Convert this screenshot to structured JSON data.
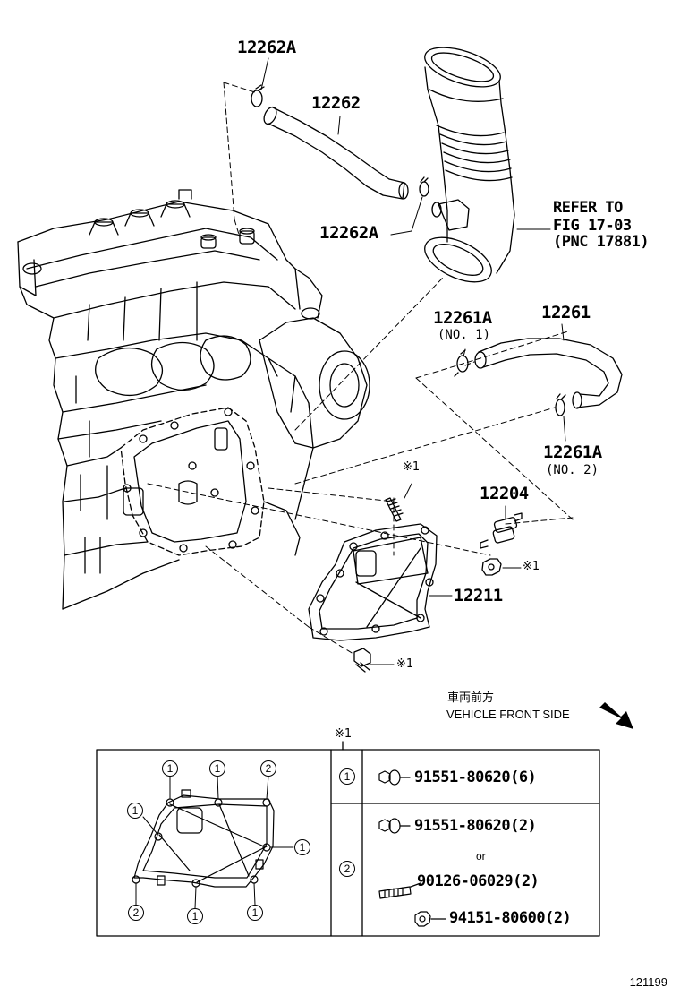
{
  "labels": {
    "p12262a_top": "12262A",
    "p12262": "12262",
    "p12262a_mid": "12262A",
    "refer_line1": "REFER TO",
    "refer_line2": "FIG 17-03",
    "refer_line3": "(PNC 17881)",
    "p12261a_top": "12261A",
    "no1": "(NO. 1)",
    "p12261": "12261",
    "p12261a_bot": "12261A",
    "no2": "(NO. 2)",
    "p12204": "12204",
    "p12211": "12211",
    "note_stud": "※1",
    "note_nut": "※1",
    "note_bolt": "※1",
    "note_table": "※1"
  },
  "front": {
    "jp": "車両前方",
    "en": "VEHICLE FRONT SIDE"
  },
  "table": {
    "rows": [
      {
        "key": "1",
        "parts": [
          "91551-80620(6)"
        ]
      },
      {
        "key": "2",
        "parts": [
          "91551-80620(2)",
          "90126-06029(2)",
          "94151-80600(2)"
        ],
        "or": "or"
      }
    ],
    "diagram_callouts": [
      "1",
      "1",
      "2",
      "1",
      "1",
      "2",
      "1",
      "1"
    ]
  },
  "code": "121199"
}
